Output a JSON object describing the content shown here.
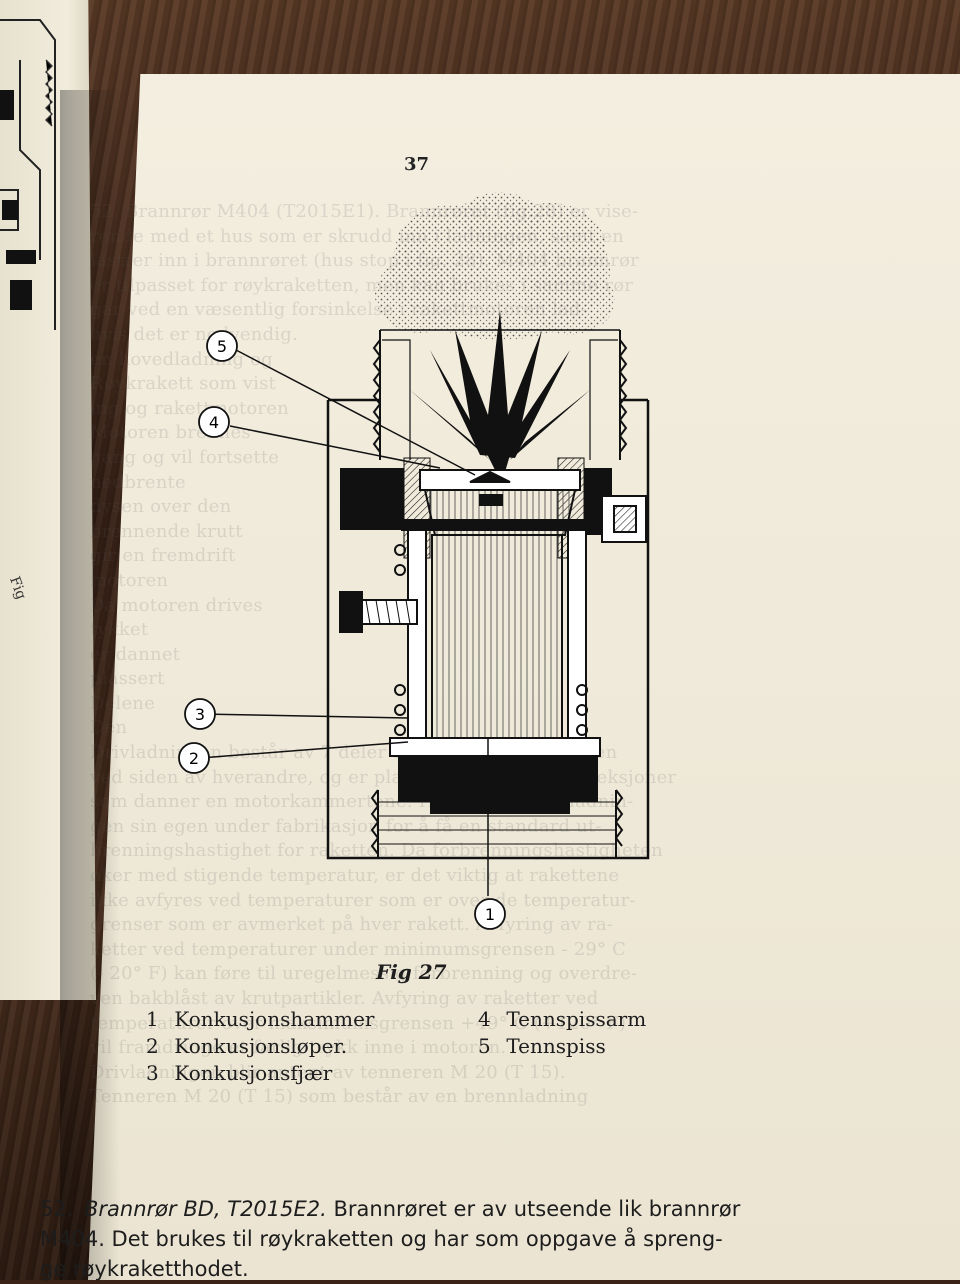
{
  "page_number": "37",
  "figure": {
    "caption": "Fig 27",
    "callouts": [
      "1",
      "2",
      "3",
      "4",
      "5"
    ]
  },
  "legend": {
    "col1": [
      {
        "num": "1",
        "label": "Konkusjonshammer"
      },
      {
        "num": "2",
        "label": "Konkusjonsløper."
      },
      {
        "num": "3",
        "label": "Konkusjonsfjær"
      }
    ],
    "col2": [
      {
        "num": "4",
        "label": "Tennspissarm"
      },
      {
        "num": "5",
        "label": "Tennspiss"
      }
    ]
  },
  "paragraph": {
    "number": "52.",
    "title": "Brannrør BD, T2015E2.",
    "line1_rest": "Brannrøret er av utseende lik brannrør",
    "line2": "M404. Det brukes til røykraketten og har som oppgave å spreng-",
    "line3": "ge røykraketthodet."
  },
  "left_page_fragment": "Fig",
  "bleed_through": [
    "52. Brannrør M404 (T2015E1). Brannrøret (fig.28) er vise-",
    "rende med et hus som er skrudd inn i ladningen, samt en",
    "lastrer inn i brannrøret (hus stop i fig. 28). M404 brannrør",
    "er tilpasset for røykraketten, men kan brukes i samme rør",
    "gar ved en væsentlig forsinkelse i rakettmotoren lad-",
    "hvis det er nødvendig.",
    "en hovedladning og",
    "Røykrakett som vist",
    "ing og rakettmotoren",
    "Motoren brennes",
    "gang og vil fortsette",
    "nedbrente",
    "dysen over den",
    "brennende krutt",
    "gir en fremdrift",
    "motoren",
    "Da motoren drives",
    "tykket",
    "er dannet",
    "plassert",
    "Delene",
    "Den",
    "Drivladningen består av 7 deler av M 7 drivladning. Den",
    "ved siden av hverandre, og er plassert i hver av de 4 seksjoner",
    "som danner en motorkammertene. Hver del av drivladnin-",
    "gen sin egen under fabrikasjon for å få en standard ut-",
    "brenningshastighet for raketten. Da forbrenningshastigheten",
    "øker med stigende temperatur, er det viktig at rakettene",
    "ikke avfyres ved temperaturer som er over de temperatur-",
    "grenser som er avmerket på hver rakett. Avfyring av ra-",
    "ketter ved temperaturer under minimumsgrensen - 29° C",
    "(- 20° F) kan føre til uregelmessig forbrenning og overdre-",
    "ven bakblåst av krutpartikler. Avfyring av raketter ved",
    "temperaturer over maksimumsgrensen +49° C (+120° F)",
    "vil framdringe et farlig trykk inne i motoren.",
    "Drivladningen blir antent av tenneren M 20 (T 15).",
    "Tenneren M 20 (T 15) som består av en brennladning"
  ]
}
